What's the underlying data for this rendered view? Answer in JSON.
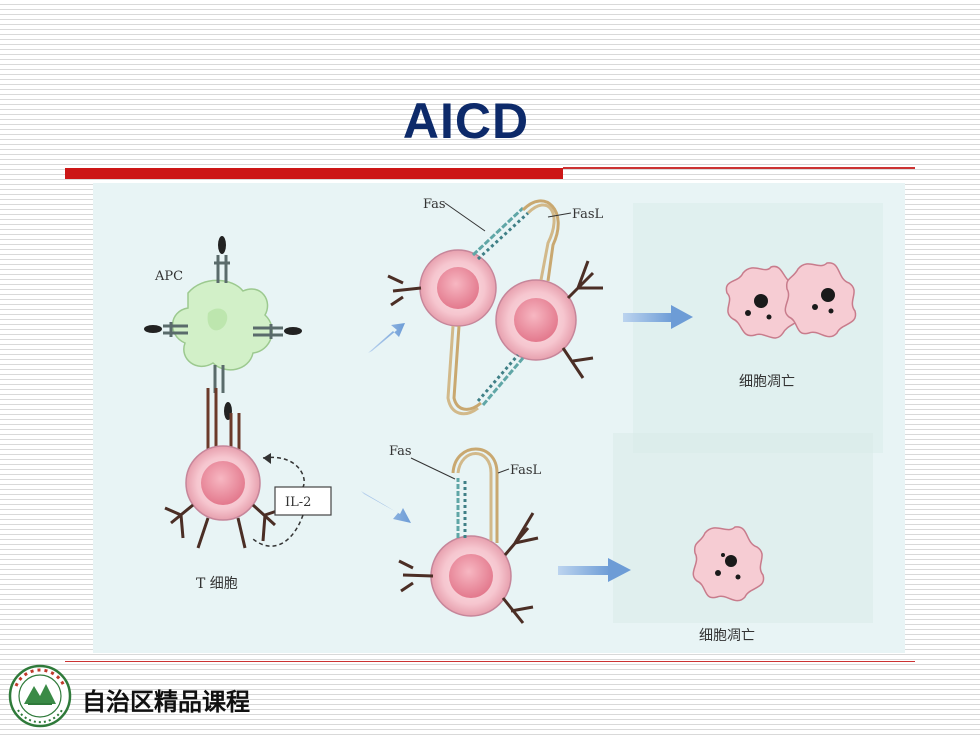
{
  "slide": {
    "title": "AICD",
    "footer": "自治区精品课程"
  },
  "diagram": {
    "apc_label": "APC",
    "il2_label": "IL-2",
    "t_cell_label": "T 细胞",
    "fas_top": "Fas",
    "fasl_top": "FasL",
    "fas_bottom": "Fas",
    "fasl_bottom": "FasL",
    "apoptosis_top": "细胞凋亡",
    "apoptosis_bottom": "细胞凋亡"
  },
  "colors": {
    "title": "#0d2a6a",
    "accent_red": "#cc1616",
    "figure_bg": "#e7f4f6",
    "cell_pink": "#f4a7b4",
    "apc_green": "#c8efc0",
    "arrow_blue": "#7fa8d8"
  }
}
